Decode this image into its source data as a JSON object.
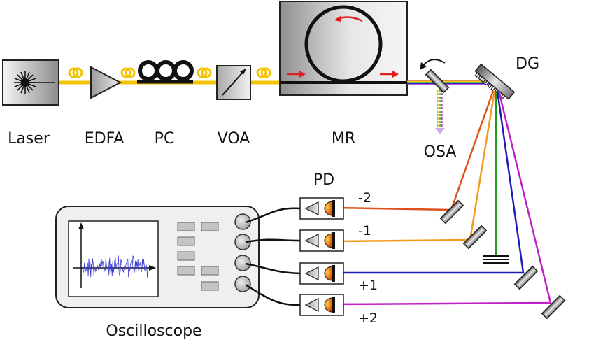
{
  "labels": {
    "laser": "Laser",
    "edfa": "EDFA",
    "pc": "PC",
    "voa": "VOA",
    "mr": "MR",
    "osa": "OSA",
    "dg": "DG",
    "pd": "PD",
    "oscilloscope": "Oscilloscope"
  },
  "orders": [
    "-2",
    "-1",
    "+1",
    "+2"
  ],
  "colors": {
    "fiber": "#f5c400",
    "order_minus2": "#e0501a",
    "order_minus1": "#f59a20",
    "order_zero": "#1e9a1e",
    "order_plus1": "#1d1db8",
    "order_plus2": "#c020c8",
    "arrow": "#e02020"
  }
}
